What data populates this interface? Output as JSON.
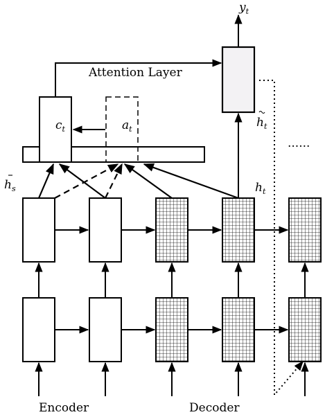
{
  "labels": {
    "y_t": "y",
    "y_t_sub": "t",
    "attention_layer": "Attention Layer",
    "c_t": "c",
    "c_t_sub": "t",
    "a_t": "a",
    "a_t_sub": "t",
    "h_t_tilde": "h",
    "h_t_tilde_sub": "t",
    "h_t": "h",
    "h_t_sub": "t",
    "h_s_bar": "h",
    "h_s_bar_sub": "s",
    "dots": "......",
    "encoder": "Encoder",
    "decoder": "Decoder"
  },
  "colors": {
    "attention_box_fill": "#f3f2f4",
    "stroke": "#000000"
  }
}
